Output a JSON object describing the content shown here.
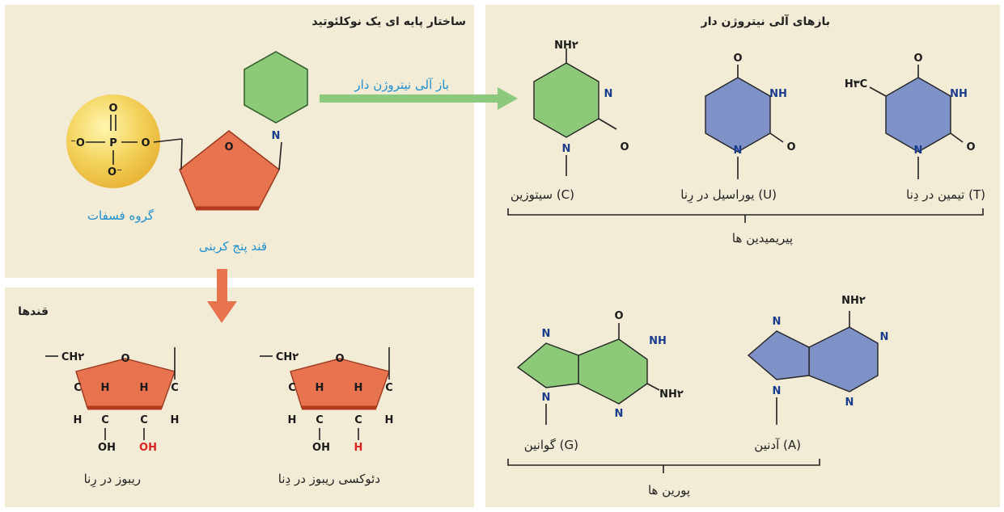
{
  "panels": {
    "nucleotide_title": "ساختار پایه ای یک نوکلئوتید",
    "bases_title": "بازهای آلی نیتروژن دار",
    "sugars_title": "قندها"
  },
  "nucleotide": {
    "base_label": "باز آلی نیتروژن دار",
    "phosphate_label": "گروه فسفات",
    "sugar_label": "قند پنج کربنی"
  },
  "pyrimidines": {
    "group_label": "پیریمیدین ها",
    "cytosine": "سیتوزین (C)",
    "uracil": "یوراسیل در رِنا (U)",
    "thymine": "تیمین در دِنا (T)"
  },
  "purines": {
    "group_label": "پورین ها",
    "guanine": "گوانین (G)",
    "adenine": "آدنین (A)"
  },
  "sugars": {
    "ribose": "ریبوز در رِنا",
    "deoxyribose": "دئوکسی ریبوز در دِنا"
  },
  "atoms": {
    "O": "O",
    "N": "N",
    "NH": "NH",
    "NH2": "NH۲",
    "CH2": "CH۲",
    "H3C": "H۳C",
    "H": "H",
    "C": "C",
    "OH": "OH",
    "P": "P",
    "Ominus": "O⁻",
    "minusO": "⁻O"
  },
  "colors": {
    "panel": "#f2ecd6",
    "green": "#8cca7a",
    "blue": "#7e92c8",
    "sugar": "#e8734f",
    "accent_text": "#1e8fd0",
    "arrow_green": "#8cc97c",
    "arrow_orange": "#e8734f"
  }
}
